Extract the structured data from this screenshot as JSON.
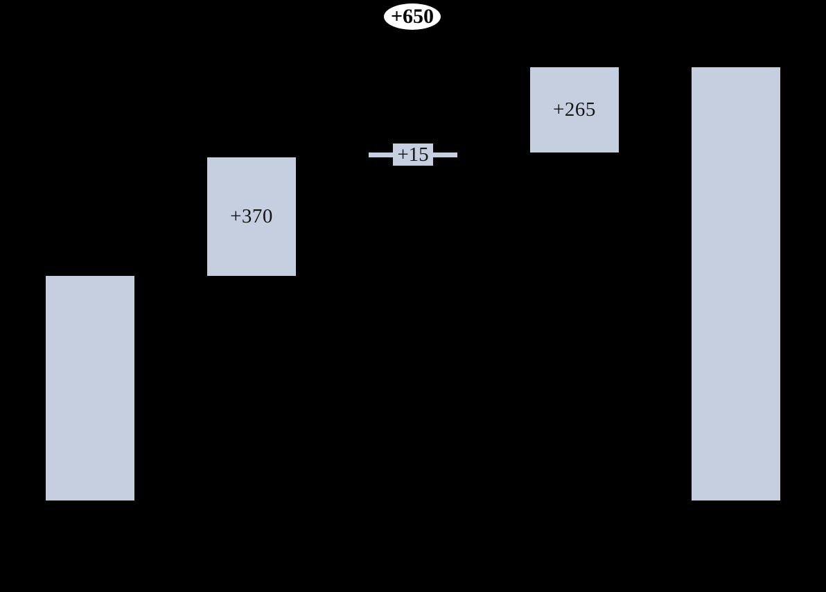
{
  "chart_data": {
    "type": "bar",
    "subtype": "waterfall",
    "title": "",
    "categories": [
      "",
      "",
      "",
      "",
      ""
    ],
    "bars": [
      {
        "kind": "base",
        "start": 0,
        "end": 700,
        "label": ""
      },
      {
        "kind": "delta",
        "start": 700,
        "end": 1070,
        "label": "+370"
      },
      {
        "kind": "delta",
        "start": 1070,
        "end": 1085,
        "label": "+15"
      },
      {
        "kind": "delta",
        "start": 1085,
        "end": 1350,
        "label": "+265"
      },
      {
        "kind": "total",
        "start": 0,
        "end": 1350,
        "label": ""
      }
    ],
    "deltas": [
      370,
      15,
      265
    ],
    "annotation": {
      "text": "+650",
      "shape": "ellipse",
      "meaning": "sum of deltas"
    },
    "xlabel": "",
    "ylabel": "",
    "ylim": [
      0,
      1350
    ],
    "gridlines": false,
    "axes_visible": false,
    "legend": null
  },
  "style": {
    "background": "#000000",
    "bar_fill": "#c5cfe0",
    "bar_label_color": "#141414",
    "annotation_fill": "#ffffff",
    "annotation_text_color": "#000000"
  }
}
